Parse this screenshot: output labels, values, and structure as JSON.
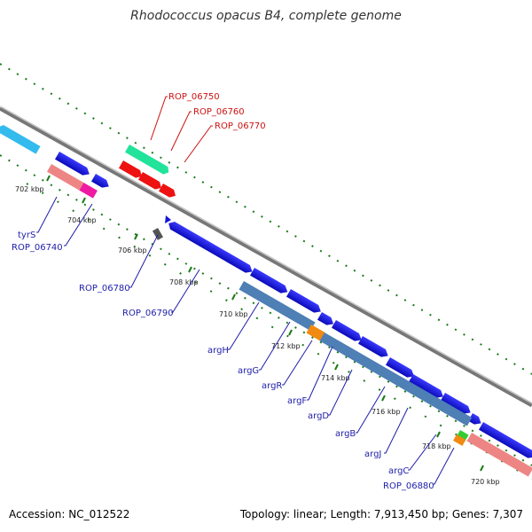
{
  "title": "Rhodococcus opacus B4, complete genome",
  "footer": {
    "accession": "Accession: NC_012522",
    "summary": "Topology: linear; Length: 7,913,450 bp; Genes: 7,307"
  },
  "ticks": [
    "702 kbp",
    "704 kbp",
    "706 kbp",
    "708 kbp",
    "710 kbp",
    "712 kbp",
    "714 kbp",
    "716 kbp",
    "718 kbp",
    "720 kbp"
  ],
  "gene_labels": {
    "ROP_06750": "ROP_06750",
    "ROP_06760": "ROP_06760",
    "ROP_06770": "ROP_06770",
    "tyrS": "tyrS",
    "ROP_06740": "ROP_06740",
    "ROP_06780": "ROP_06780",
    "ROP_06790": "ROP_06790",
    "argH": "argH",
    "argG": "argG",
    "argR": "argR",
    "argF": "argF",
    "argD": "argD",
    "argB": "argB",
    "argJ": "argJ",
    "argC": "argC",
    "ROP_06880": "ROP_06880"
  },
  "colors": {
    "cds": "#1414dd",
    "cds_light": "#4e7fb5",
    "rrna_red": "#ee1111",
    "trna_green": "#22e39a",
    "pink": "#ee8585",
    "magenta": "#ee1aa2",
    "orange": "#f08a10",
    "green": "#33cc33",
    "cyan": "#33bbee",
    "backbone": "#888888",
    "dots": "#1a7a1a"
  }
}
